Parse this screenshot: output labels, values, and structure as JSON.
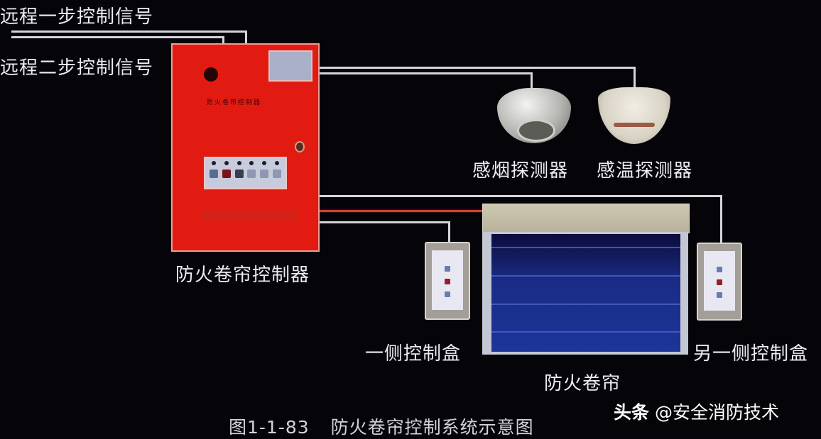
{
  "diagram": {
    "signals": {
      "remote_step1": "远程一步控制信号",
      "remote_step2": "远程二步控制信号"
    },
    "components": {
      "controller": "防火卷帘控制器",
      "smoke_detector": "感烟探测器",
      "heat_detector": "感温探测器",
      "side_control_box": "一侧控制盒",
      "other_side_control_box": "另一侧控制盒",
      "fire_shutter": "防火卷帘"
    },
    "controller_panel": {
      "title_text": "防火卷帘控制器",
      "button_count": 6
    },
    "caption": {
      "figure_number": "图1-1-83",
      "title": "防火卷帘控制系统示意图"
    },
    "watermark": {
      "platform": "头条",
      "account": "@安全消防技术"
    },
    "colors": {
      "background": "#050409",
      "cabinet_red": "#e21b12",
      "wire": "#d4d4dc",
      "power_wire": "#c8433a",
      "curtain_blue": "#1d3499"
    }
  }
}
